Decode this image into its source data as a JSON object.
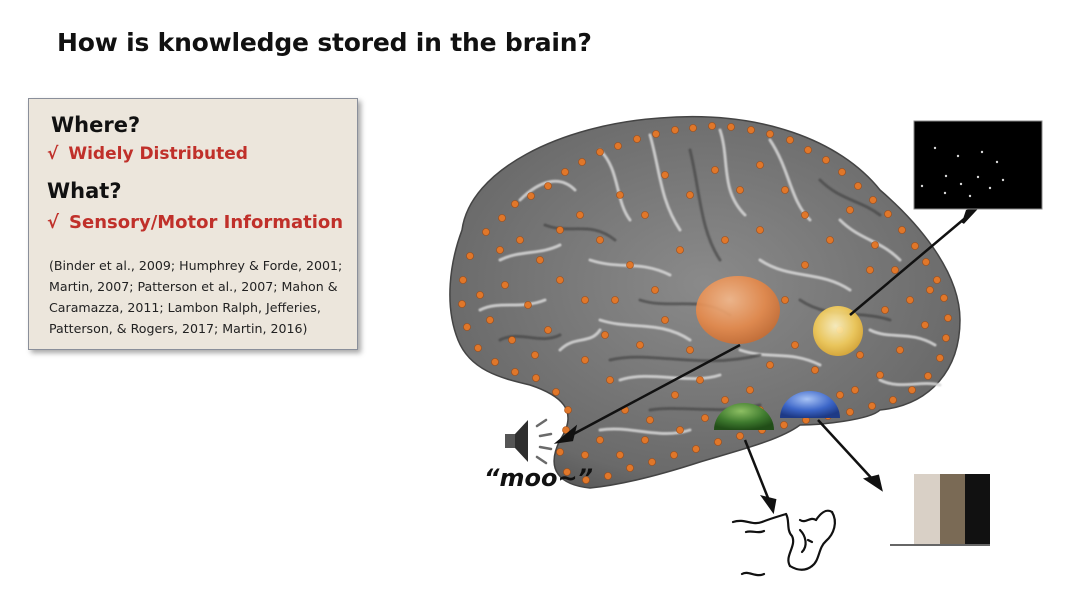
{
  "slide": {
    "title": "How is knowledge stored in the brain?"
  },
  "info_box": {
    "where_label": "Where?",
    "where_answer": "Widely Distributed",
    "what_label": "What?",
    "what_answer": "Sensory/Motor Information",
    "check_mark": "√",
    "citation": "(Binder et al., 2009; Humphrey & Forde, 2001; Martin, 2007; Patterson et al., 2007; Mahon & Caramazza, 2011; Lambon Ralph, Jefferies, Patterson, & Rogers, 2017; Martin, 2016)"
  },
  "figure": {
    "sound_caption": "“moo~”",
    "icons": [
      "speaker-icon",
      "cow-outline-icon",
      "motion-dots-icon",
      "color-swatch-icon"
    ],
    "region_colors": {
      "auditory": "#e88a4a",
      "motion": "#f0c64a",
      "shape": "#3e7a2e",
      "color": "#3c66c8",
      "activation_dots": "#e0772a",
      "cortex": "#6e6e6e"
    },
    "swatch_colors": [
      "#d9d0c6",
      "#7a6a55",
      "#111111"
    ]
  }
}
